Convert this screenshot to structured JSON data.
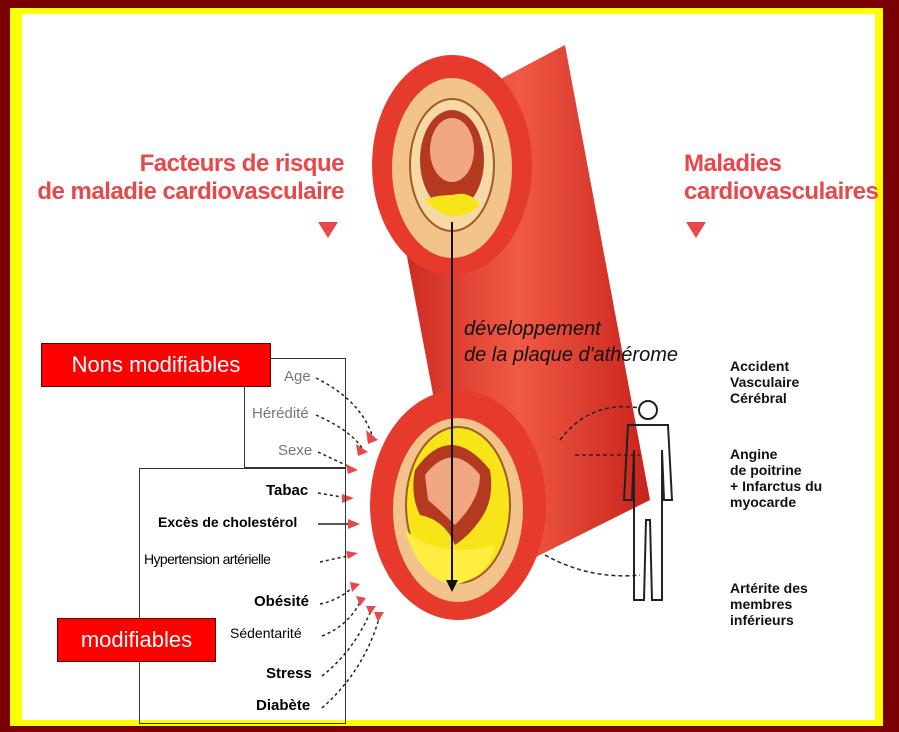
{
  "titles": {
    "risk_factors": [
      "Facteurs de risque",
      "de maladie cardiovasculaire"
    ],
    "diseases": [
      "Maladies",
      "cardiovasculaires"
    ]
  },
  "plaque_label": [
    "développement",
    "de la plaque d'athérome"
  ],
  "tags": {
    "non_modifiable": "Nons modifiables",
    "modifiable": "modifiables"
  },
  "non_modifiable_factors": [
    "Age",
    "Hérédité",
    "Sexe"
  ],
  "modifiable_factors": [
    "Tabac",
    "Excès de cholestérol",
    "Hypertension artérielle",
    "Obésité",
    "Sédentarité",
    "Stress",
    "Diabète"
  ],
  "diseases": [
    "Accident\nVasculaire\nCérébral",
    "Angine\nde poitrine\n+ Infarctus du\nmyocarde",
    "Artérite des\nmembres\ninférieurs"
  ],
  "colors": {
    "artery_outer": "#e8392f",
    "artery_wall": "#f4c08a",
    "plaque": "#f7e51a",
    "accent_red": "#e8484a",
    "frame_yellow": "#ffff00",
    "background": "#7a0000"
  }
}
